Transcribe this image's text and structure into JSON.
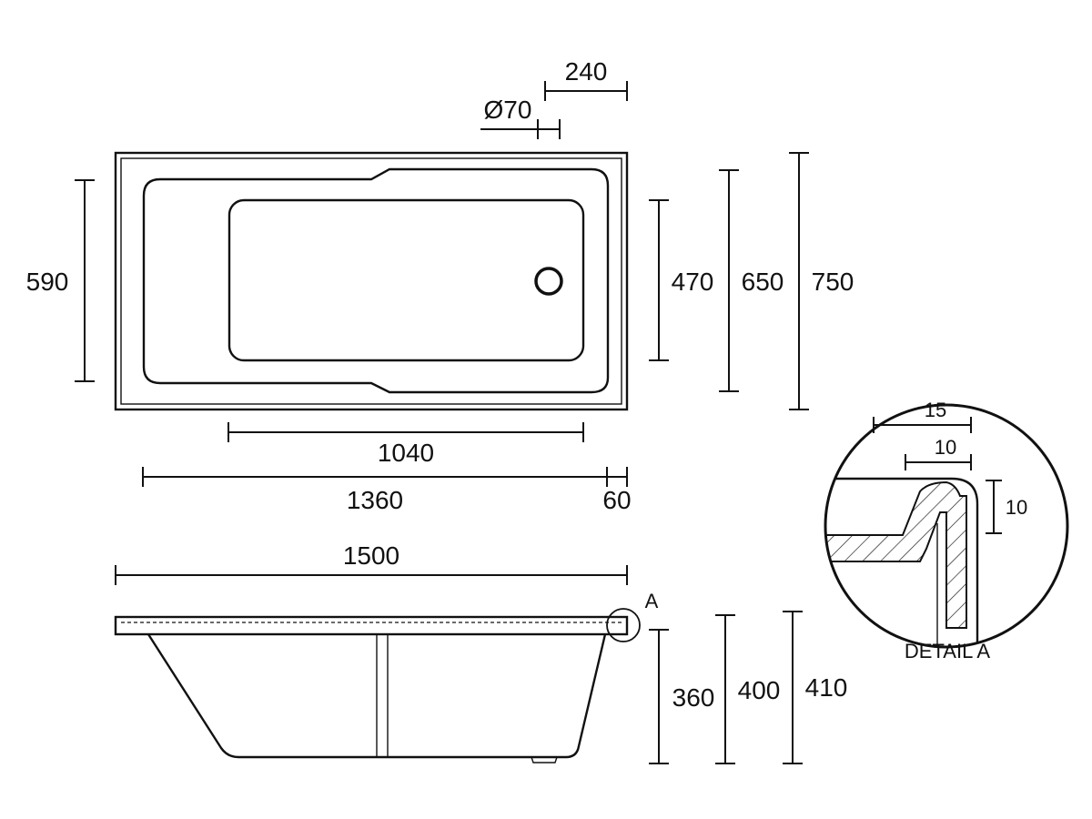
{
  "dimensions": {
    "top_view": {
      "overflow_offset": "240",
      "waste_diameter": "Ø70",
      "inner_width": "590",
      "well_width": "470",
      "bath_width": "650",
      "overall_width": "750",
      "well_length": "1040",
      "inner_length": "1360",
      "rim_end": "60"
    },
    "side_view": {
      "overall_length": "1500",
      "detail_marker": "A",
      "depth_360": "360",
      "depth_400": "400",
      "height_410": "410"
    },
    "detail": {
      "dim_15": "15",
      "dim_10_horizontal": "10",
      "dim_10_vertical": "10",
      "caption": "DETAIL A"
    }
  }
}
